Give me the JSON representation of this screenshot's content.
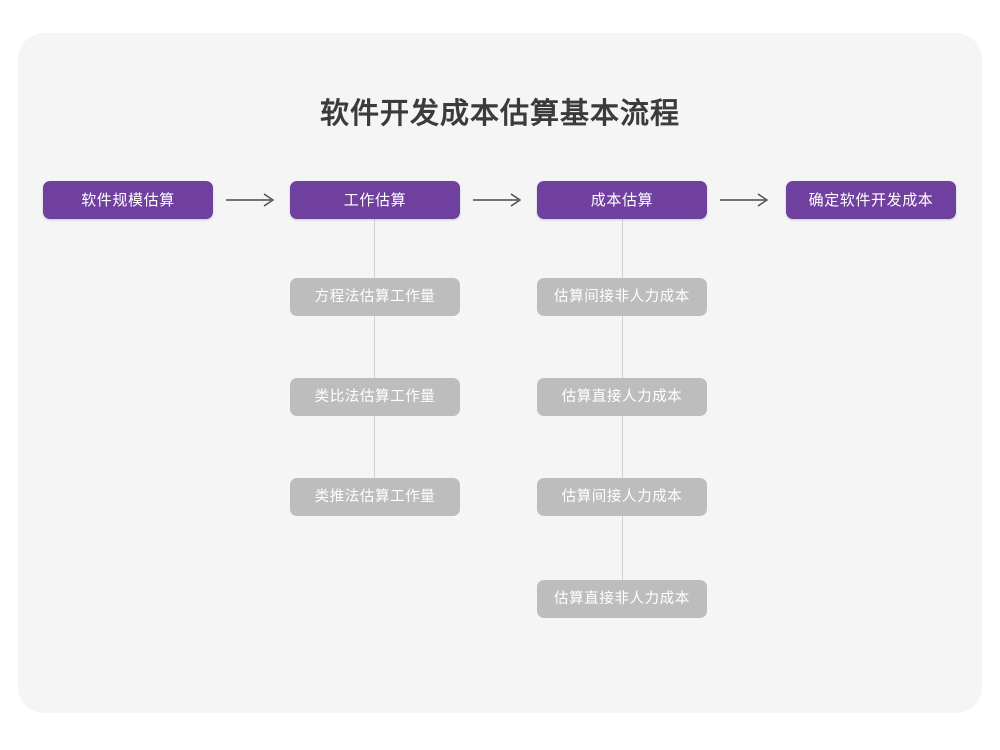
{
  "title": "软件开发成本估算基本流程",
  "colors": {
    "background": "#ffffff",
    "card": "#f5f5f5",
    "primary": "#70409f",
    "secondary": "#bdbdbd",
    "title_text": "#3b3b3b",
    "node_text": "#ffffff",
    "connector": "#d2d2d2",
    "arrow": "#4a4a4a"
  },
  "chart_data": {
    "type": "diagram",
    "title": "软件开发成本估算基本流程",
    "orientation": "horizontal-with-vertical-branches",
    "main_flow": [
      {
        "id": "step1",
        "label": "软件规模估算",
        "children": []
      },
      {
        "id": "step2",
        "label": "工作估算",
        "children": [
          "方程法估算工作量",
          "类比法估算工作量",
          "类推法估算工作量"
        ]
      },
      {
        "id": "step3",
        "label": "成本估算",
        "children": [
          "估算间接非人力成本",
          "估算直接人力成本",
          "估算间接人力成本",
          "估算直接非人力成本"
        ]
      },
      {
        "id": "step4",
        "label": "确定软件开发成本",
        "children": []
      }
    ],
    "connectors": [
      "arrow",
      "arrow",
      "arrow"
    ]
  },
  "nodes": {
    "step1": "软件规模估算",
    "step2": "工作估算",
    "step3": "成本估算",
    "step4": "确定软件开发成本",
    "work_1": "方程法估算工作量",
    "work_2": "类比法估算工作量",
    "work_3": "类推法估算工作量",
    "cost_1": "估算间接非人力成本",
    "cost_2": "估算直接人力成本",
    "cost_3": "估算间接人力成本",
    "cost_4": "估算直接非人力成本"
  },
  "icons": {
    "arrow_1": "arrow-right-icon",
    "arrow_2": "arrow-right-icon",
    "arrow_3": "arrow-right-icon"
  }
}
